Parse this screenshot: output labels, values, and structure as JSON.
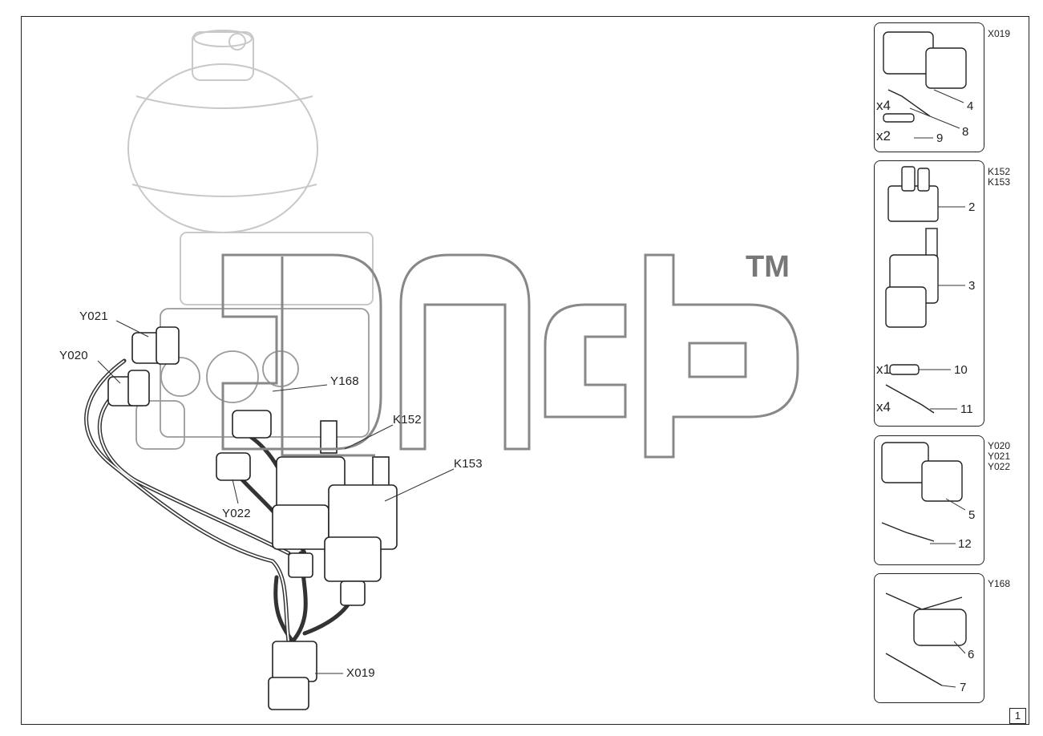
{
  "callouts": {
    "y021": "Y021",
    "y020": "Y020",
    "y168": "Y168",
    "k152": "K152",
    "k153": "K153",
    "y022": "Y022",
    "x019": "X019"
  },
  "watermark": {
    "tm": "TM"
  },
  "panels": {
    "p1": {
      "codes": [
        "X019"
      ],
      "qty": [
        "x4",
        "x2"
      ],
      "parts": [
        "4",
        "8",
        "9"
      ]
    },
    "p2": {
      "codes": [
        "K152",
        "K153"
      ],
      "qty": [
        "x1",
        "x4"
      ],
      "parts": [
        "2",
        "3",
        "10",
        "11"
      ]
    },
    "p3": {
      "codes": [
        "Y020",
        "Y021",
        "Y022"
      ],
      "parts": [
        "5",
        "12"
      ]
    },
    "p4": {
      "codes": [
        "Y168"
      ],
      "parts": [
        "6",
        "7"
      ]
    }
  },
  "page_number": "1"
}
